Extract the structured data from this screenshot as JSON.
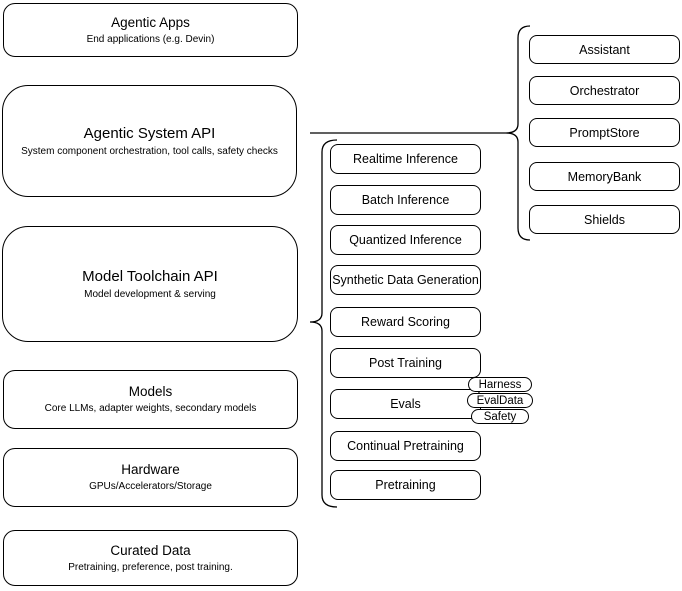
{
  "diagram": {
    "background": "#ffffff",
    "stroke_color": "#000000",
    "text_color": "#000000",
    "left_column": [
      {
        "title": "Agentic Apps",
        "subtitle": "End applications (e.g. Devin)"
      },
      {
        "title": "Agentic System API",
        "subtitle": "System component orchestration, tool calls, safety checks"
      },
      {
        "title": "Model Toolchain API",
        "subtitle": "Model development & serving"
      },
      {
        "title": "Models",
        "subtitle": "Core LLMs, adapter weights, secondary models"
      },
      {
        "title": "Hardware",
        "subtitle": "GPUs/Accelerators/Storage"
      },
      {
        "title": "Curated Data",
        "subtitle": "Pretraining, preference, post training."
      }
    ],
    "toolchain_items": [
      {
        "label": "Realtime Inference"
      },
      {
        "label": "Batch Inference"
      },
      {
        "label": "Quantized Inference"
      },
      {
        "label": "Synthetic Data Generation"
      },
      {
        "label": "Reward Scoring"
      },
      {
        "label": "Post Training"
      },
      {
        "label": "Evals"
      },
      {
        "label": "Continual Pretraining"
      },
      {
        "label": "Pretraining"
      }
    ],
    "evals_tags": [
      {
        "label": "Harness"
      },
      {
        "label": "EvalData"
      },
      {
        "label": "Safety"
      }
    ],
    "system_components": [
      {
        "label": "Assistant"
      },
      {
        "label": "Orchestrator"
      },
      {
        "label": "PromptStore"
      },
      {
        "label": "MemoryBank"
      },
      {
        "label": "Shields"
      }
    ]
  }
}
